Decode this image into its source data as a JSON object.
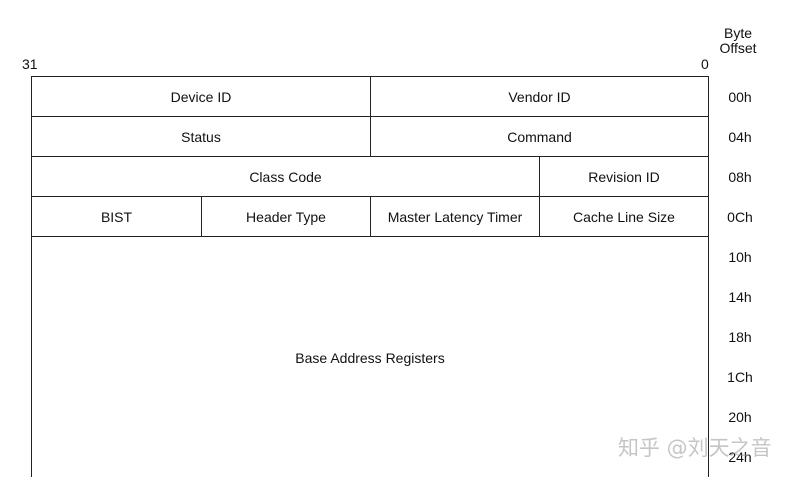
{
  "header": {
    "byte_label": "Byte",
    "offset_label": "Offset",
    "bit_high": "31",
    "bit_low": "0"
  },
  "rows": [
    {
      "cells": [
        "Device ID",
        "Vendor ID"
      ]
    },
    {
      "cells": [
        "Status",
        "Command"
      ]
    },
    {
      "cells": [
        "Class Code",
        "Revision ID"
      ]
    },
    {
      "cells": [
        "BIST",
        "Header Type",
        "Master Latency Timer",
        "Cache Line Size"
      ]
    }
  ],
  "bar_block": {
    "label": "Base Address Registers"
  },
  "offsets": [
    "00h",
    "04h",
    "08h",
    "0Ch",
    "10h",
    "14h",
    "18h",
    "1Ch",
    "20h",
    "24h"
  ],
  "watermark": "知乎 @刘天之音"
}
